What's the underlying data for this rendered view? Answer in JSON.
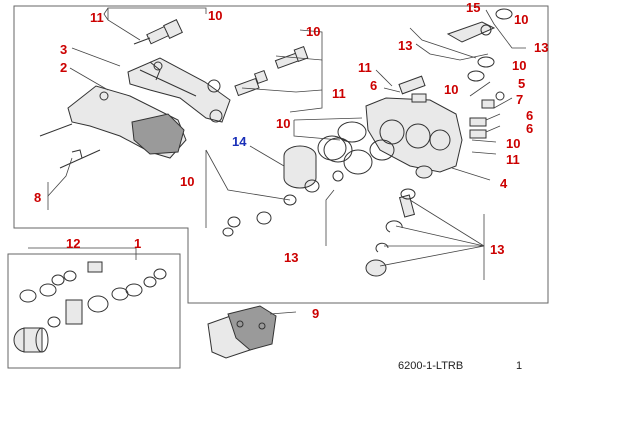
{
  "diagram": {
    "callouts": {
      "c15": "15",
      "c10a": "10",
      "c11a": "11",
      "c10b": "10",
      "c13a": "13",
      "c13b": "13",
      "c3": "3",
      "c2": "2",
      "c11b": "11",
      "c11c": "11",
      "c6a": "6",
      "c10c": "10",
      "c10d": "10",
      "c5": "5",
      "c7": "7",
      "c6b": "6",
      "c6c": "6",
      "c10e": "10",
      "c11d": "11",
      "c14": "14",
      "c10f": "10",
      "c4": "4",
      "c8": "8",
      "c10g": "10",
      "c12": "12",
      "c1": "1",
      "c13c": "13",
      "c13d": "13",
      "c9": "9"
    },
    "drawing_code": "6200-1-LTRB",
    "page_number": "1",
    "colors": {
      "callout_red": "#cc0000",
      "callout_blue": "#1a2fb8"
    }
  }
}
